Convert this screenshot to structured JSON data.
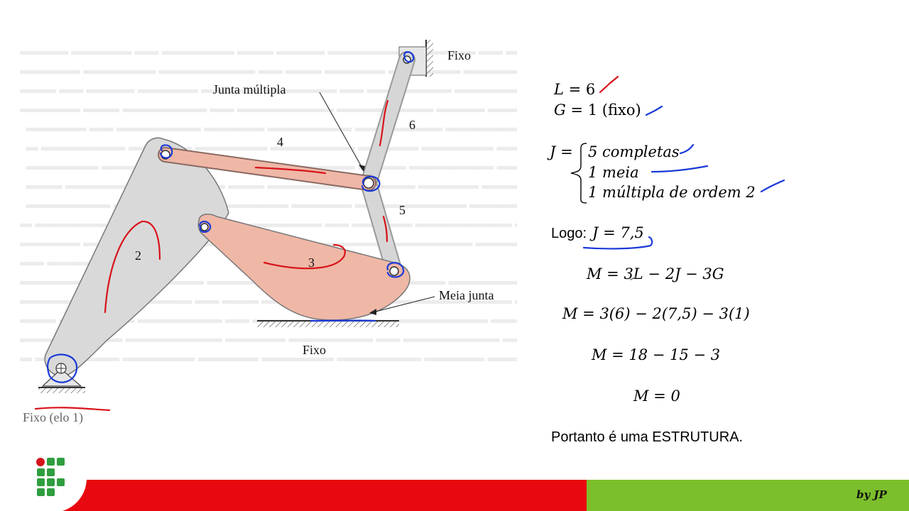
{
  "figure": {
    "labels": {
      "fixo_top": "Fixo",
      "junta_multipla": "Junta múltipla",
      "link4": "4",
      "link6": "6",
      "link5": "5",
      "link2": "2",
      "link3": "3",
      "meia_junta": "Meia junta",
      "fixo_bottom": "Fixo",
      "fixo_elo1": "Fixo (elo 1)"
    }
  },
  "equations": {
    "L": {
      "lhs": "L",
      "rhs": "= 6"
    },
    "G": {
      "lhs": "G",
      "rhs": "= 1",
      "note": "(fixo)"
    },
    "J": {
      "lhs": "J =",
      "items": [
        "5 completas",
        "1  meia",
        "1  múltipla de ordem 2"
      ]
    },
    "logo": {
      "prefix": "Logo:",
      "expr": "J = 7,5"
    },
    "m1": "M = 3L − 2J − 3G",
    "m2": "M = 3(6) − 2(7,5) − 3(1)",
    "m3": "M = 18  − 15  − 3",
    "m4": "M = 0"
  },
  "conclusion": "Portanto é uma ESTRUTURA.",
  "footer": {
    "signature": "by JP"
  },
  "colors": {
    "footer_red": "#e8080f",
    "footer_green": "#7cbf2c",
    "logo_green": "#2e9e3e",
    "logo_red": "#d4141c",
    "link_salmon": "#efb7a6",
    "link_grey": "#d9d9d9"
  }
}
